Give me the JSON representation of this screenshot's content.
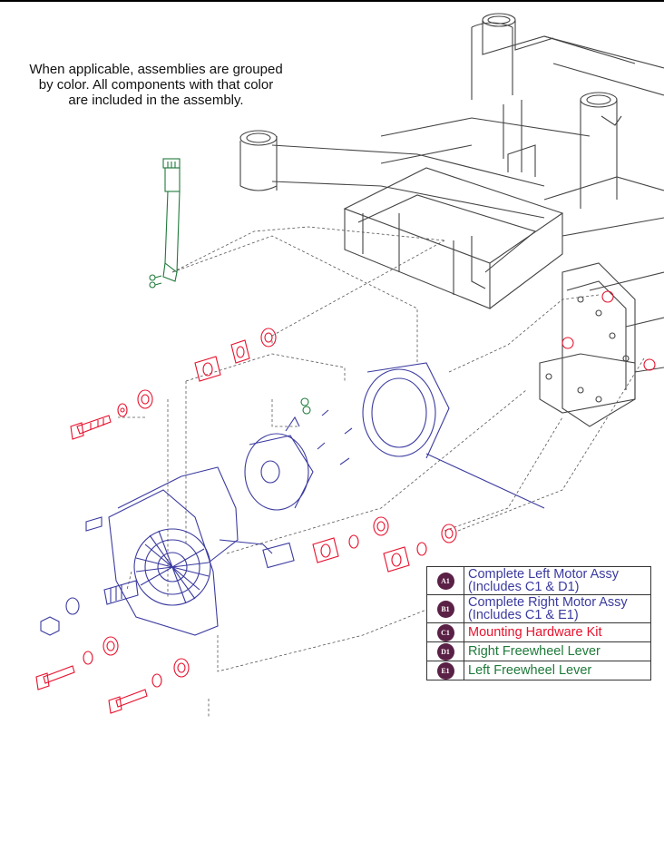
{
  "note": {
    "lines": [
      "When applicable, assemblies are grouped",
      "by color. All components with that color",
      "are included in the assembly."
    ]
  },
  "legend": {
    "items": [
      {
        "badge": "A1",
        "line1": "Complete Left Motor Assy",
        "line2": "(Includes C1 & D1)",
        "color": "#3b3ba0"
      },
      {
        "badge": "B1",
        "line1": "Complete Right Motor Assy",
        "line2": "(Includes C1 & E1)",
        "color": "#3b3ba0"
      },
      {
        "badge": "C1",
        "line1": "Mounting Hardware Kit",
        "line2": "",
        "color": "#e8112d"
      },
      {
        "badge": "D1",
        "line1": "Right Freewheel Lever",
        "line2": "",
        "color": "#1f7a3a"
      },
      {
        "badge": "E1",
        "line1": "Left Freewheel Lever",
        "line2": "",
        "color": "#1f7a3a"
      }
    ]
  },
  "colors": {
    "frame": "#444444",
    "motor": "#3b3ba0",
    "hardware": "#e8112d",
    "lever": "#1f7a3a",
    "badge": "#5a2045"
  }
}
